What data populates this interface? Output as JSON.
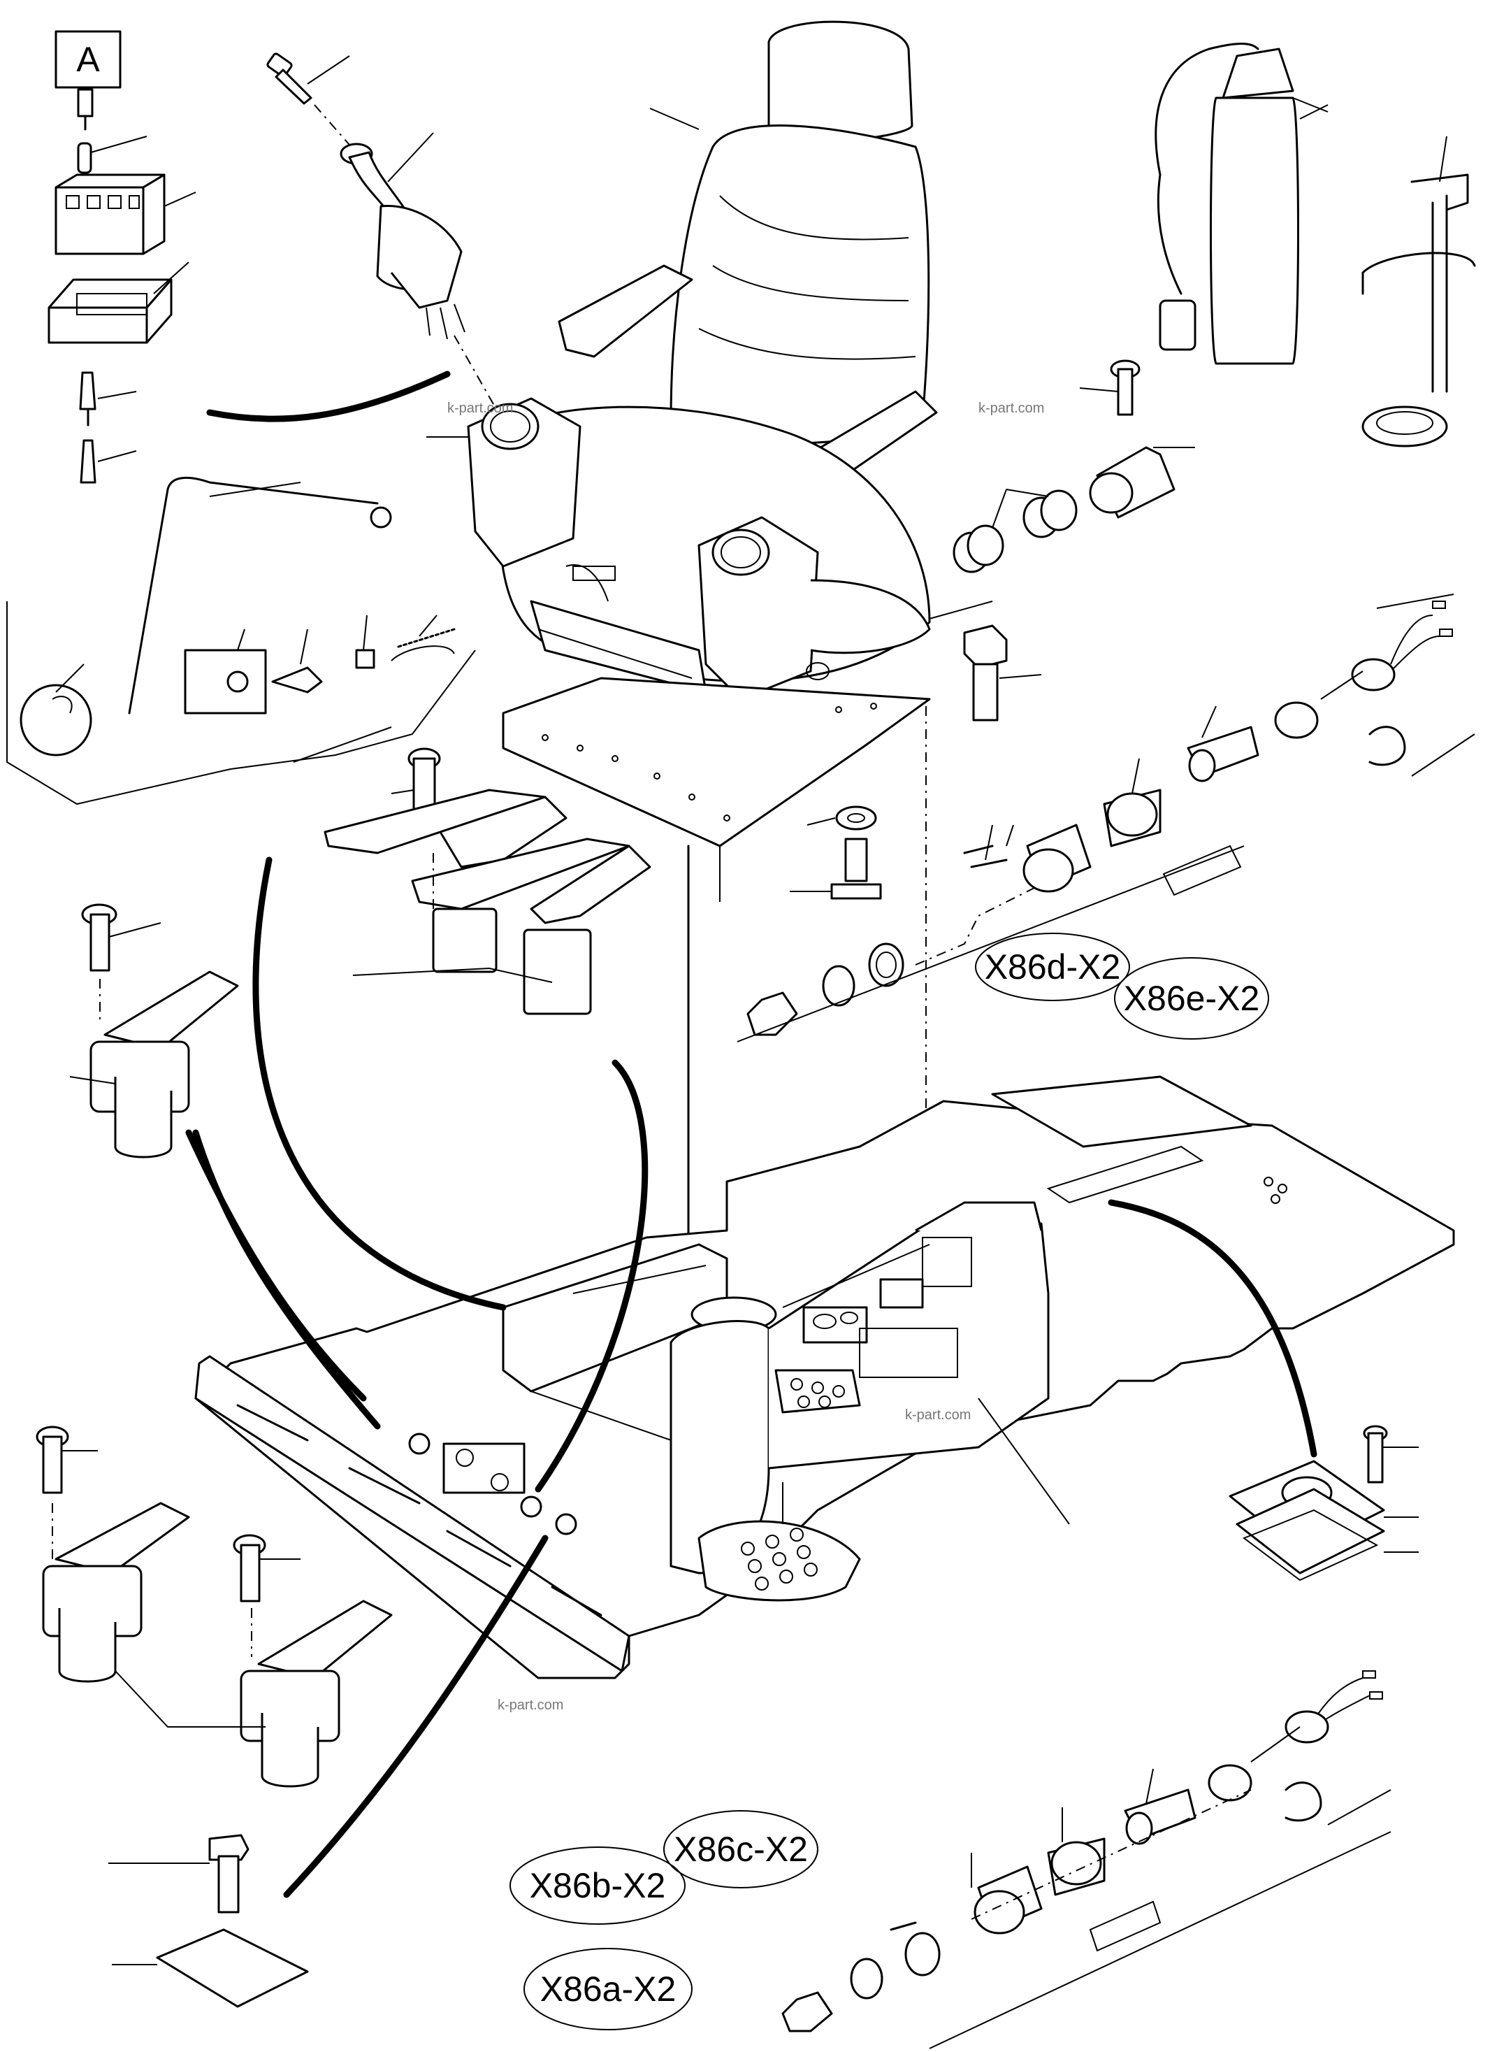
{
  "detail_marker": "A",
  "connector_labels": {
    "x86a": "X86a-X2",
    "x86b": "X86b-X2",
    "x86c": "X86c-X2",
    "x86d": "X86d-X2",
    "x86e": "X86e-X2"
  },
  "watermarks": [
    "k-part.com",
    "k-part.com",
    "k-part.com",
    "k-part.com"
  ],
  "colors": {
    "ink": "#000000",
    "paper": "#ffffff",
    "watermark": "#777777"
  }
}
